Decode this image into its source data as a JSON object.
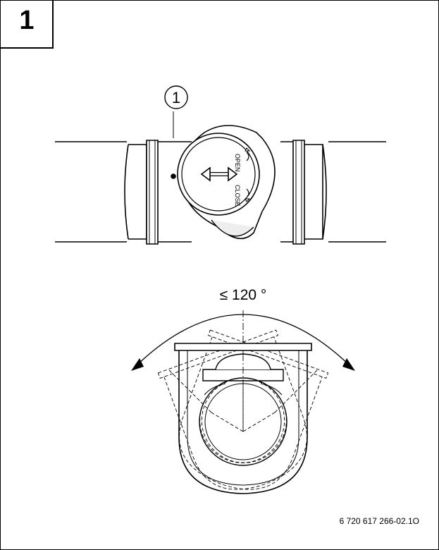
{
  "figure": {
    "number": "1",
    "callout": "1",
    "valve": {
      "open_label": "OPEN",
      "close_label": "CLOSE"
    },
    "angle_label": "≤ 120 °",
    "reference_code": "6 720 617 266-02.1O"
  }
}
